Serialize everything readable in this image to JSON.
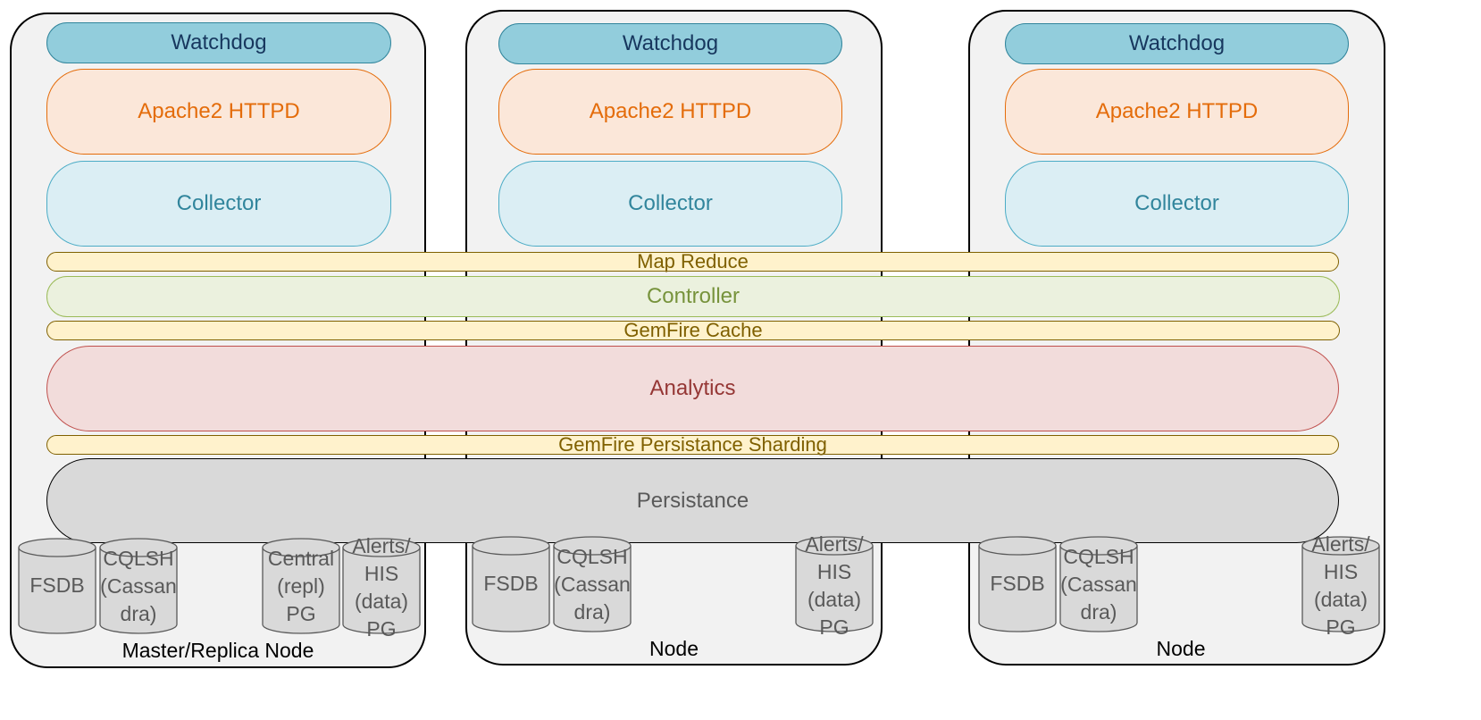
{
  "nodes": [
    {
      "label": "Master/Replica Node",
      "watchdog": "Watchdog",
      "httpd": "Apache2 HTTPD",
      "collector": "Collector",
      "dbs": [
        "FSDB",
        "CQLSH\n(Cassan\ndra)",
        "Central\n(repl)\nPG",
        "Alerts/\nHIS\n(data)\nPG"
      ]
    },
    {
      "label": "Node",
      "watchdog": "Watchdog",
      "httpd": "Apache2 HTTPD",
      "collector": "Collector",
      "dbs": [
        "FSDB",
        "CQLSH\n(Cassan\ndra)",
        "Alerts/\nHIS\n(data)\nPG"
      ]
    },
    {
      "label": "Node",
      "watchdog": "Watchdog",
      "httpd": "Apache2 HTTPD",
      "collector": "Collector",
      "dbs": [
        "FSDB",
        "CQLSH\n(Cassan\ndra)",
        "Alerts/\nHIS\n(data)\nPG"
      ]
    }
  ],
  "layers": {
    "map_reduce": "Map Reduce",
    "controller": "Controller",
    "gemfire_cache": "GemFire Cache",
    "analytics": "Analytics",
    "gemfire_sharding": "GemFire Persistance Sharding",
    "persistance": "Persistance"
  }
}
